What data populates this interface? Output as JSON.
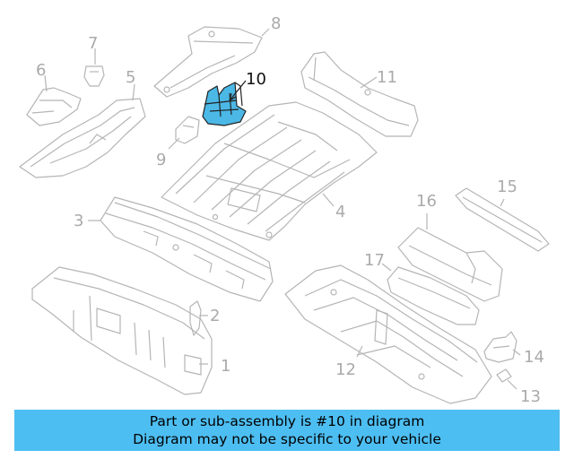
{
  "diagram": {
    "highlighted_part": "10",
    "highlight_color": "#4bb8e6",
    "part_callouts": [
      "1",
      "2",
      "3",
      "4",
      "5",
      "6",
      "7",
      "8",
      "9",
      "10",
      "11",
      "12",
      "13",
      "14",
      "15",
      "16",
      "17"
    ]
  },
  "banner": {
    "line1": "Part or sub-assembly is #10 in diagram",
    "line2": "Diagram may not be specific to your vehicle",
    "background": "#4dbef2"
  }
}
